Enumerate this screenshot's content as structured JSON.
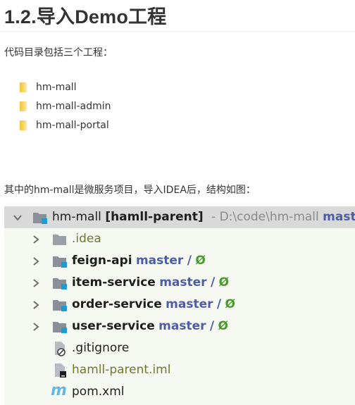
{
  "heading": "1.2.导入Demo工程",
  "intro": "代码目录包括三个工程：",
  "projects": [
    "hm-mall",
    "hm-mall-admin",
    "hm-mall-portal"
  ],
  "tree_intro": "其中的hm-mall是微服务项目，导入IDEA后，结构如图：",
  "tree": {
    "root": {
      "name": "hm-mall",
      "module": "[hamll-parent]",
      "path": "- D:\\code\\hm-mall",
      "branch": "mast"
    },
    "items": [
      {
        "name": ".idea",
        "type": "folder",
        "expandable": true
      },
      {
        "name": "feign-api",
        "type": "module",
        "expandable": true,
        "branch": "master",
        "sep": "/",
        "sym": "Ø"
      },
      {
        "name": "item-service",
        "type": "module",
        "expandable": true,
        "branch": "master",
        "sep": "/",
        "sym": "Ø"
      },
      {
        "name": "order-service",
        "type": "module",
        "expandable": true,
        "branch": "master",
        "sep": "/",
        "sym": "Ø"
      },
      {
        "name": "user-service",
        "type": "module",
        "expandable": true,
        "branch": "master",
        "sep": "/",
        "sym": "Ø"
      },
      {
        "name": ".gitignore",
        "type": "ignored-file",
        "expandable": false
      },
      {
        "name": "hamll-parent.iml",
        "type": "iml-file",
        "expandable": false
      },
      {
        "name": "pom.xml",
        "type": "maven-file",
        "expandable": false,
        "icon_letter": "m"
      }
    ]
  }
}
